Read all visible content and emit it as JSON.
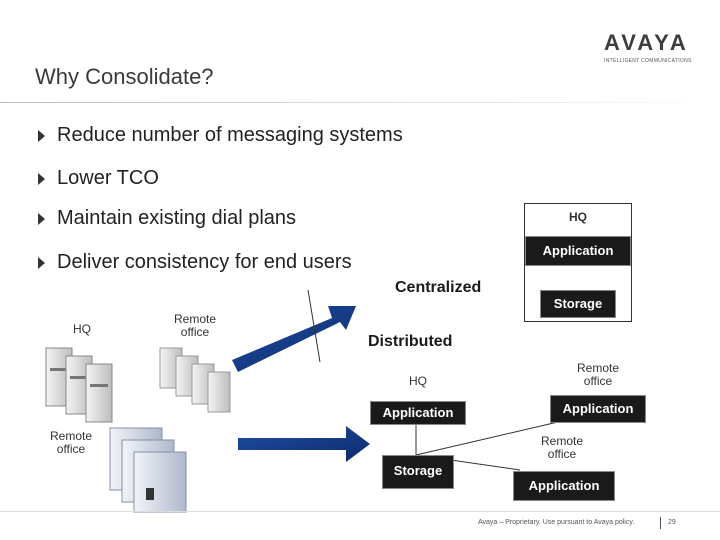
{
  "header": {
    "title": "Why Consolidate?",
    "logo": "AVAYA",
    "tagline": "INTELLIGENT COMMUNICATIONS"
  },
  "bullets": [
    "Reduce number of messaging systems",
    "Lower TCO",
    "Maintain existing dial plans",
    "Deliver consistency for end users"
  ],
  "left_diagram": {
    "hq_label": "HQ",
    "remote_office_top": "Remote office",
    "remote_office_bottom": "Remote office"
  },
  "centralized": {
    "heading": "Centralized",
    "hq_label": "HQ",
    "application": "Application",
    "storage": "Storage"
  },
  "distributed": {
    "heading": "Distributed",
    "hq_label": "HQ",
    "application": "Application",
    "storage": "Storage",
    "remote1_label": "Remote office",
    "remote1_application": "Application",
    "remote2_label": "Remote office",
    "remote2_application": "Application"
  },
  "footer": {
    "text": "Avaya – Proprietary. Use pursuant to Avaya policy.",
    "page": "29"
  }
}
